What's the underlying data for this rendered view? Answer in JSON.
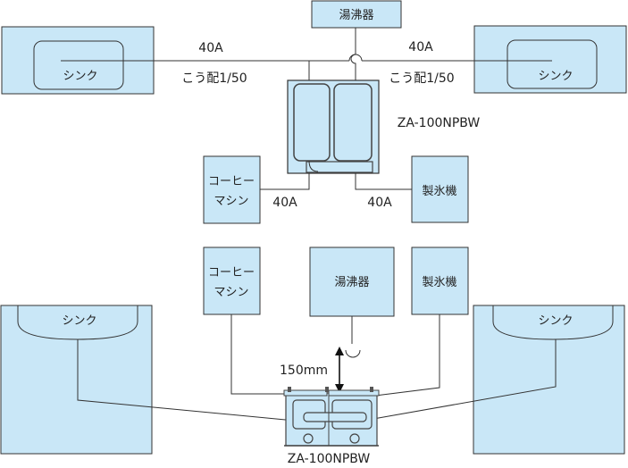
{
  "top": {
    "water_heater": "湯沸器",
    "sink_left": "シンク",
    "sink_right": "シンク",
    "pipe_left": "40A",
    "pipe_right": "40A",
    "slope_left": "こう配1/50",
    "slope_right": "こう配1/50",
    "model": "ZA-100NPBW",
    "coffee_line1": "コーヒー",
    "coffee_line2": "マシン",
    "coffee_pipe": "40A",
    "ice_maker": "製氷機",
    "ice_pipe": "40A"
  },
  "bottom": {
    "coffee_line1": "コーヒー",
    "coffee_line2": "マシン",
    "water_heater": "湯沸器",
    "ice_maker": "製氷機",
    "sink_left": "シンク",
    "sink_right": "シンク",
    "gap": "150mm",
    "model": "ZA-100NPBW"
  },
  "colors": {
    "fill": "#c9e7f7",
    "stroke": "#333333"
  }
}
